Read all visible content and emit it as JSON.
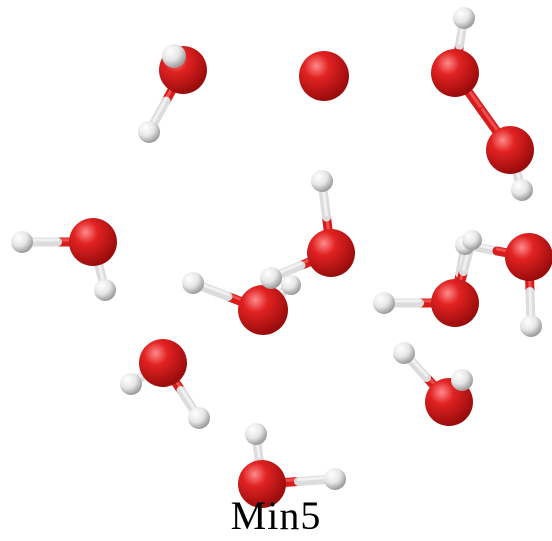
{
  "figure": {
    "label": "Min5",
    "colors": {
      "oxygen": "#d81c1c",
      "hydrogen": "#e8e8e8",
      "background": "#ffffff"
    },
    "atom_types": [
      "O",
      "H"
    ]
  }
}
